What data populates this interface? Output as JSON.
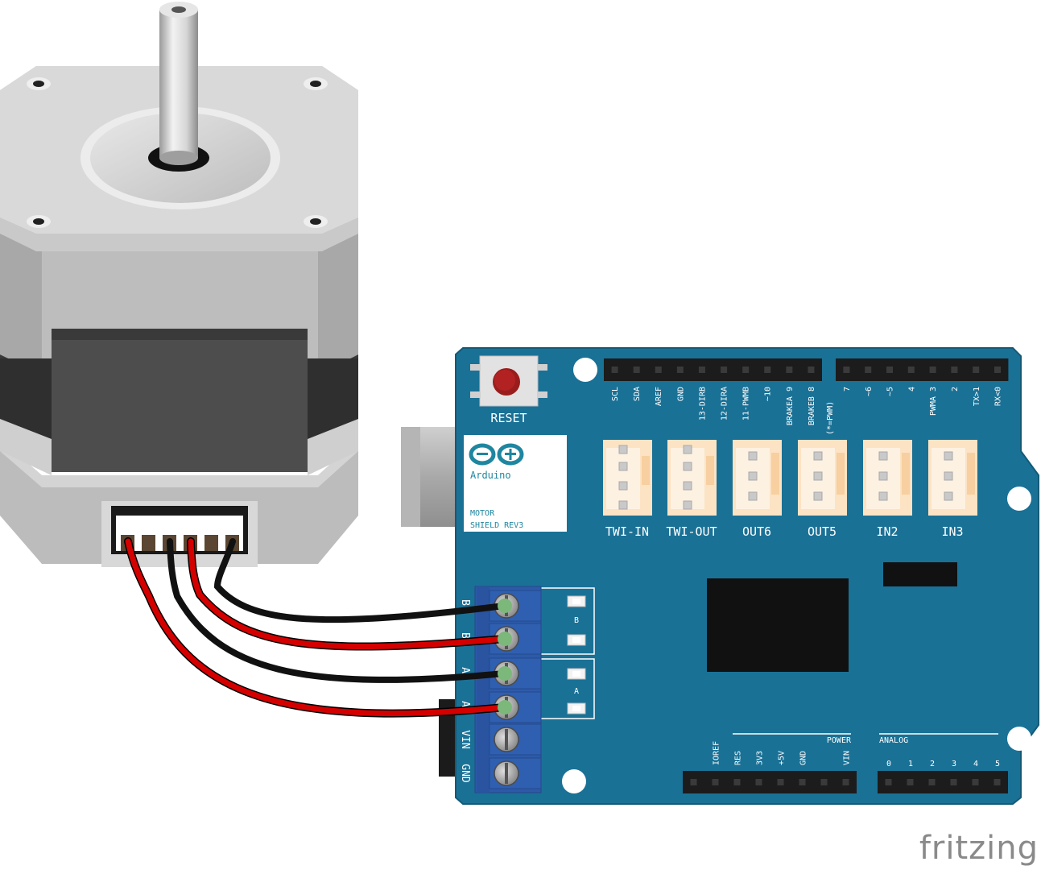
{
  "diagram": {
    "motor_wire_colors": [
      "#d40000",
      "#111111",
      "#d40000",
      "#111111"
    ],
    "board_color": "#1a7196",
    "board_edge_color": "#135a77",
    "wire_red": "#d40000",
    "wire_black": "#111111",
    "terminal_color": "#2d5aa8",
    "reset_label": "RESET",
    "logo_brand": "Arduino",
    "logo_line1": "MOTOR",
    "logo_line2": "SHIELD REV3",
    "top_left_pins": [
      "SCL",
      "SDA",
      "AREF",
      "GND",
      "13-DIRB",
      "12-DIRA",
      "11-PWMB",
      "~10",
      "BRAKEA 9",
      "BRAKEB 8"
    ],
    "pwm_note": "(*=PWM)",
    "top_right_pins": [
      "7",
      "~6",
      "~5",
      "4",
      "PWMA 3",
      "2",
      "TX>1",
      "RX<0"
    ],
    "tinkerkit_connectors": [
      "TWI-IN",
      "TWI-OUT",
      "OUT6",
      "OUT5",
      "IN2",
      "IN3"
    ],
    "terminal_labels": [
      "B-",
      "B+",
      "A-",
      "A+",
      "VIN",
      "GND"
    ],
    "led_group_b": "B",
    "led_group_a": "A",
    "power_header_title": "POWER",
    "power_pins": [
      "IOREF",
      "RES",
      "3V3",
      "+5V",
      "GND",
      "",
      "VIN"
    ],
    "analog_header_title": "ANALOG",
    "analog_pins": [
      "0",
      "1",
      "2",
      "3",
      "4",
      "5"
    ],
    "brand_watermark": "fritzing"
  }
}
